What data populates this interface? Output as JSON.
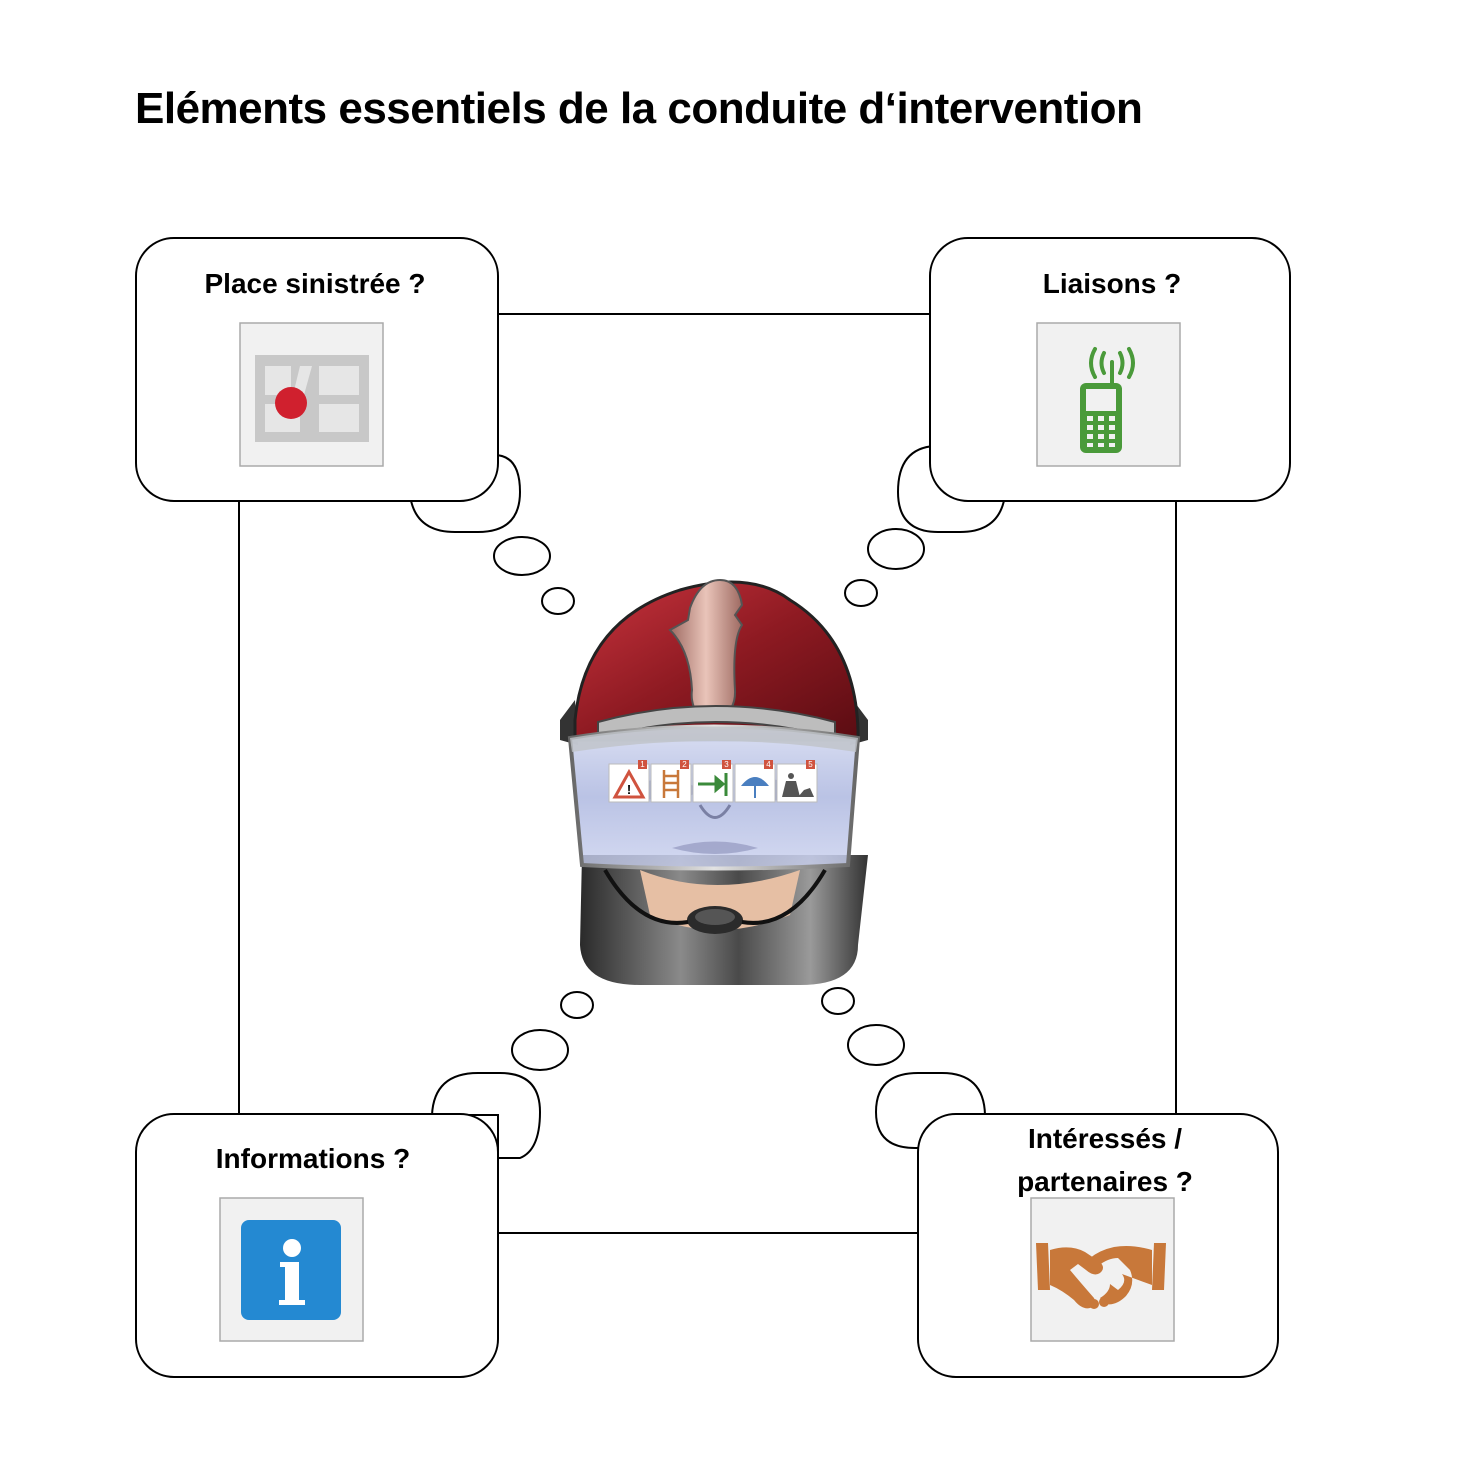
{
  "title": "Eléments essentiels de la conduite d‘intervention",
  "boxes": {
    "top_left": {
      "label": "Place sinistrée ?",
      "icon": "map-location-icon"
    },
    "top_right": {
      "label": "Liaisons ?",
      "icon": "radio-phone-icon"
    },
    "bottom_left": {
      "label": "Informations ?",
      "icon": "info-icon"
    },
    "bottom_right": {
      "label_line1": "Intéressés /",
      "label_line2": "partenaires ?",
      "icon": "handshake-icon"
    }
  },
  "center": {
    "icon": "firefighter-helmet-icon"
  },
  "visor_signs": [
    "1",
    "2",
    "3",
    "4",
    "5"
  ],
  "colors": {
    "location_dot": "#d0202e",
    "radio_green": "#4a9a3a",
    "info_blue": "#2489d2",
    "handshake_orange": "#c8783a",
    "helmet_red": "#8e1a22"
  }
}
